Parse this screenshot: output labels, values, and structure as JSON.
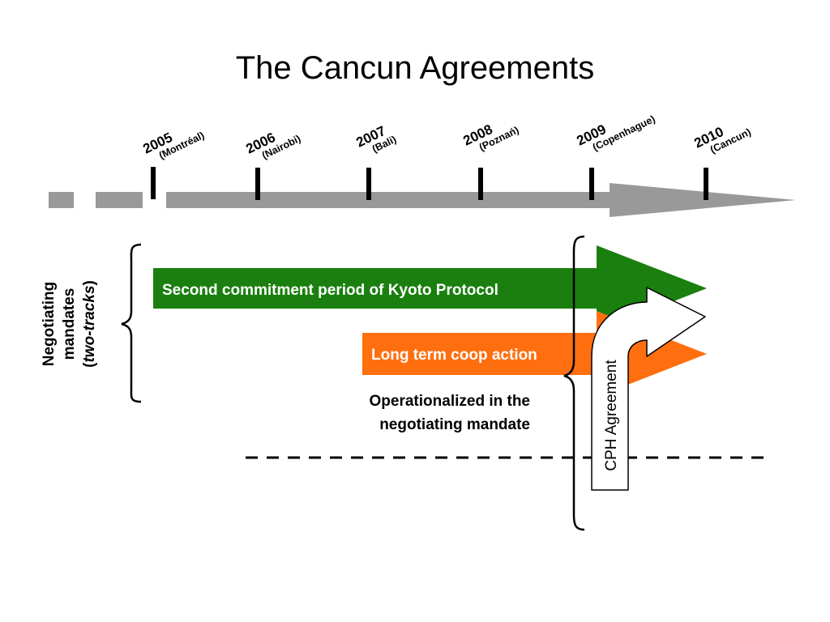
{
  "title": "The Cancun Agreements",
  "timeline": {
    "years": [
      {
        "year": "2005",
        "place": "(Montréal)"
      },
      {
        "year": "2006",
        "place": "(Nairobi)"
      },
      {
        "year": "2007",
        "place": "(Bali)"
      },
      {
        "year": "2008",
        "place": "(Poznań)"
      },
      {
        "year": "2009",
        "place": "(Copenhague)"
      },
      {
        "year": "2010",
        "place": "(Cancun)"
      }
    ]
  },
  "tracks": [
    {
      "label": "Second commitment period of Kyoto Protocol",
      "color": "#1a7f0e"
    },
    {
      "label": "Long term coop action",
      "color": "#ff6f0f"
    }
  ],
  "side_label": {
    "line1": "Negotiating",
    "line2": "mandates",
    "line3_open": "(",
    "line3_italic": "two-tracks",
    "line3_close": ")"
  },
  "note": {
    "line1": "Operationalized in the",
    "line2": "negotiating mandate"
  },
  "cph_label": "CPH Agreement",
  "colors": {
    "timeline_gray": "#999999",
    "green": "#1a7f0e",
    "orange": "#ff6f0f"
  }
}
